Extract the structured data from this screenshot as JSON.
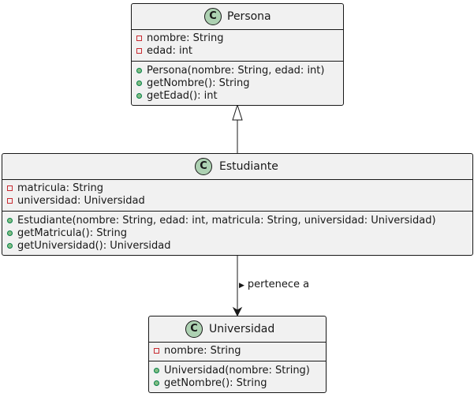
{
  "classes": {
    "persona": {
      "name": "Persona",
      "stereotype_letter": "C",
      "attributes": [
        "nombre: String",
        "edad: int"
      ],
      "methods": [
        "Persona(nombre: String, edad: int)",
        "getNombre(): String",
        "getEdad(): int"
      ]
    },
    "estudiante": {
      "name": "Estudiante",
      "stereotype_letter": "C",
      "attributes": [
        "matricula: String",
        "universidad: Universidad"
      ],
      "methods": [
        "Estudiante(nombre: String, edad: int, matricula: String, universidad: Universidad)",
        "getMatricula(): String",
        "getUniversidad(): Universidad"
      ]
    },
    "universidad": {
      "name": "Universidad",
      "stereotype_letter": "C",
      "attributes": [
        "nombre: String"
      ],
      "methods": [
        "Universidad(nombre: String)",
        "getNombre(): String"
      ]
    }
  },
  "relations": {
    "association_label": "pertenece a",
    "association_arrow": "▶"
  },
  "colors": {
    "class_fill": "#f1f1f1",
    "border": "#181818",
    "badge_fill": "#add1b2",
    "private_marker": "#c82930",
    "public_marker": "#84be84"
  }
}
